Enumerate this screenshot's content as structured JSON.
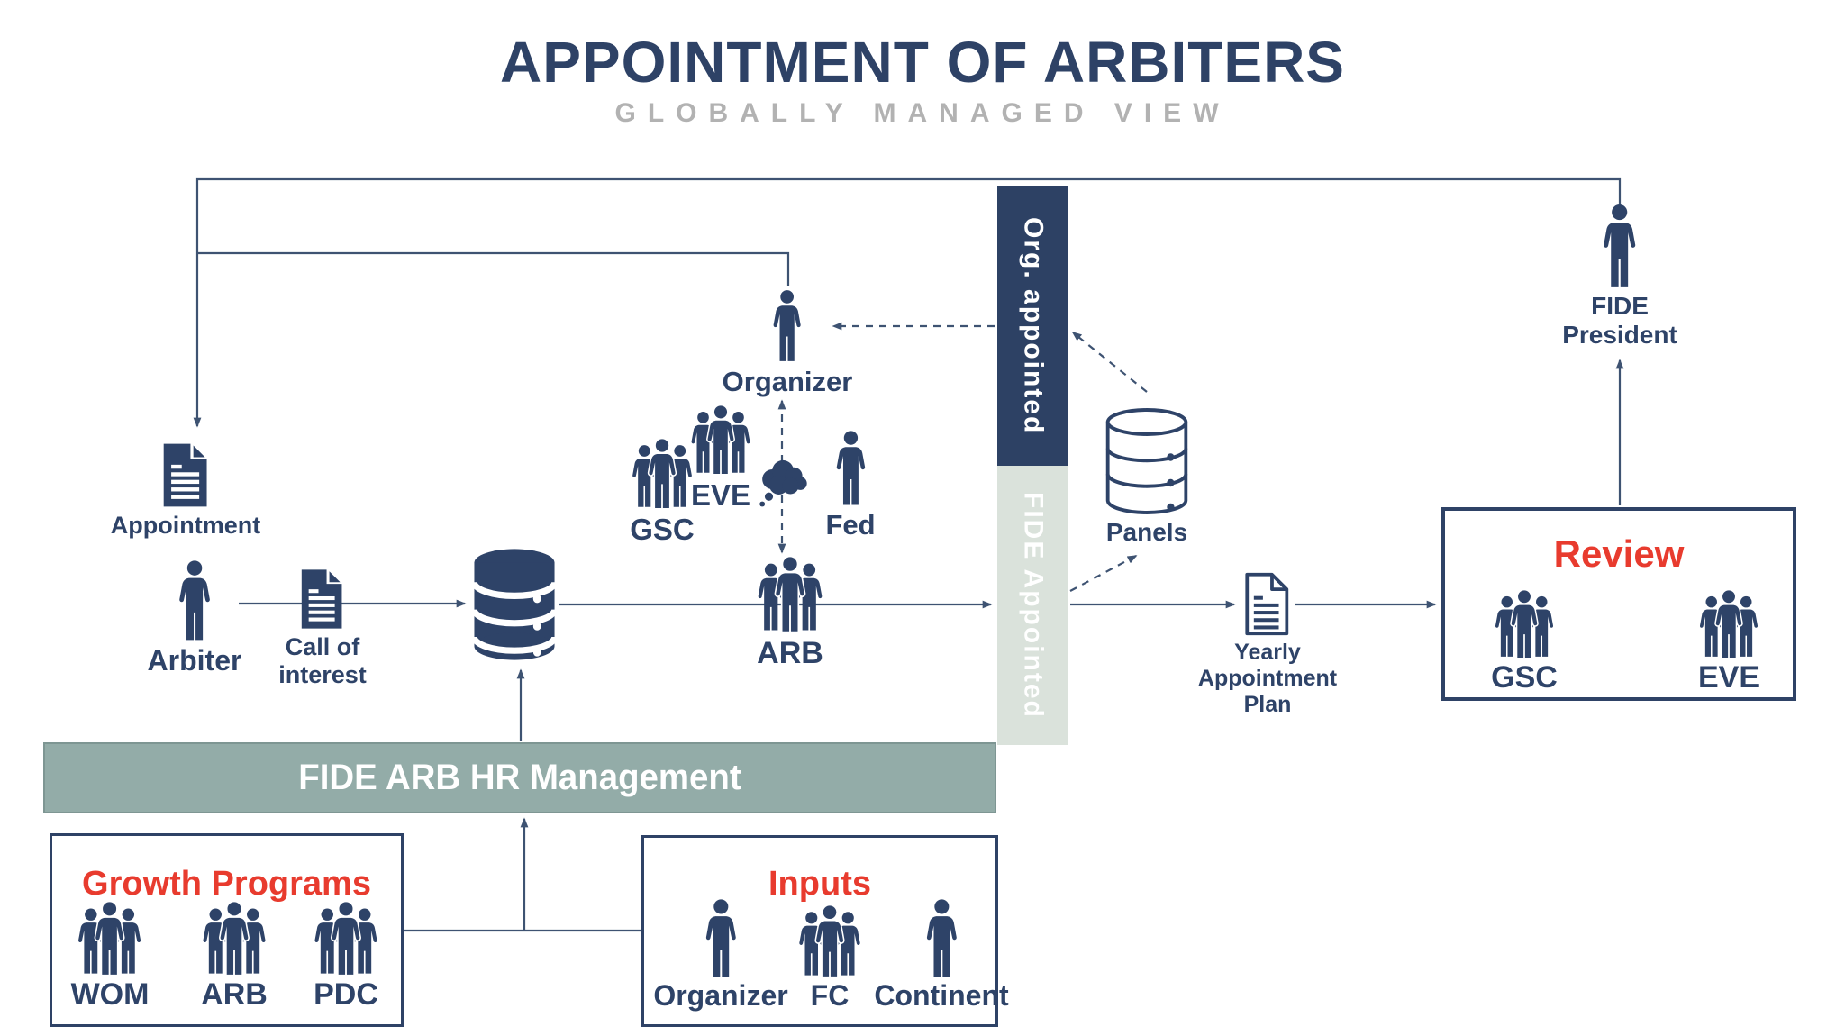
{
  "header": {
    "title": "APPOINTMENT OF ARBITERS",
    "subtitle": "GLOBALLY MANAGED VIEW"
  },
  "nodes": {
    "appointment": {
      "label": "Appointment",
      "icon": "document-icon"
    },
    "arbiter": {
      "label": "Arbiter",
      "icon": "person-icon"
    },
    "call_of_interest": {
      "line1": "Call of",
      "line2": "interest",
      "icon": "document-icon"
    },
    "main_database": {
      "icon": "database-icon"
    },
    "organizer": {
      "label": "Organizer",
      "icon": "person-icon"
    },
    "gsc": {
      "label": "GSC",
      "icon": "people-group-icon"
    },
    "eve": {
      "label": "EVE",
      "icon": "people-group-icon"
    },
    "decision_cloud": {
      "icon": "cloud-icon"
    },
    "fed": {
      "label": "Fed",
      "icon": "person-icon"
    },
    "arb": {
      "label": "ARB",
      "icon": "people-group-icon"
    },
    "panels": {
      "label": "Panels",
      "icon": "database-outline-icon"
    },
    "yearly_plan": {
      "line1": "Yearly",
      "line2": "Appointment",
      "line3": "Plan",
      "icon": "document-outline-icon"
    },
    "fide_president": {
      "line1": "FIDE",
      "line2": "President",
      "icon": "person-icon"
    }
  },
  "bars": {
    "org_appointed": "Org. appointed",
    "fide_appointed": "FIDE Appointed",
    "hr_management": "FIDE ARB HR Management"
  },
  "boxes": {
    "review": {
      "title": "Review",
      "items": [
        {
          "label": "GSC",
          "icon": "people-group-icon"
        },
        {
          "label": "EVE",
          "icon": "people-group-icon"
        }
      ]
    },
    "growth": {
      "title": "Growth Programs",
      "items": [
        {
          "label": "WOM",
          "icon": "people-group-icon"
        },
        {
          "label": "ARB",
          "icon": "people-group-icon"
        },
        {
          "label": "PDC",
          "icon": "people-group-icon"
        }
      ]
    },
    "inputs": {
      "title": "Inputs",
      "items": [
        {
          "label": "Organizer",
          "icon": "person-icon"
        },
        {
          "label": "FC",
          "icon": "people-group-icon"
        },
        {
          "label": "Continent",
          "icon": "person-icon"
        }
      ]
    }
  },
  "colors": {
    "navy": "#2e4368",
    "title_navy": "#2e4266",
    "red": "#e83b2e",
    "bar_dark": "#2d4164",
    "bar_light": "#dae2db",
    "bar_teal": "#93aca8",
    "connector": "#3e5372",
    "subtitle_gray": "#b2b2b2"
  }
}
